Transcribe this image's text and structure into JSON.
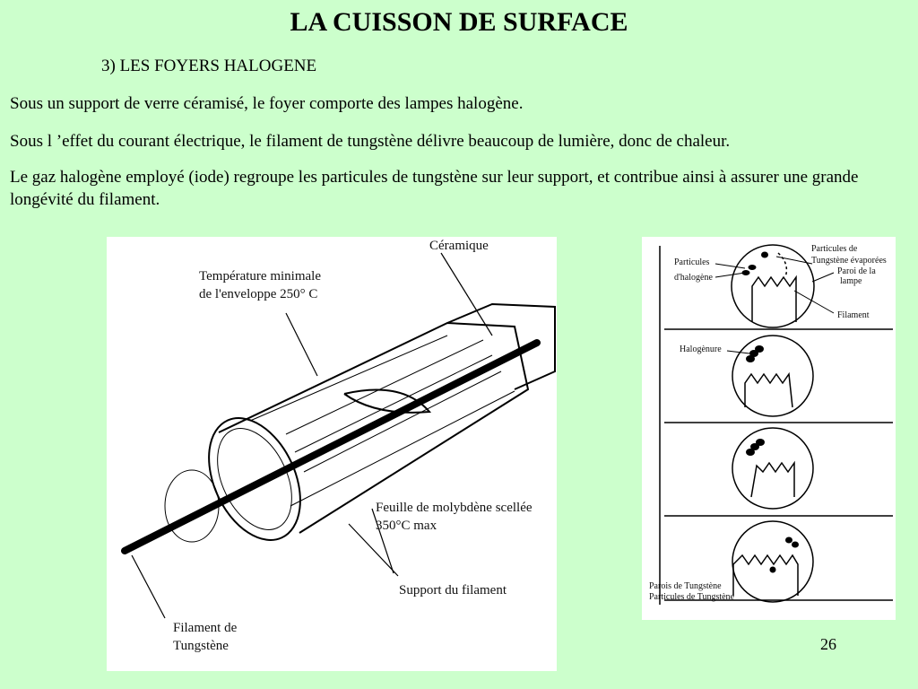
{
  "slide": {
    "title": "LA CUISSON DE SURFACE",
    "subtitle": "3) LES FOYERS HALOGENE",
    "paragraphs": [
      "Sous un support de verre céramisé, le foyer comporte des lampes halogène.",
      "Sous l ’effet du courant électrique, le filament de tungstène délivre beaucoup de lumière, donc de chaleur.",
      "Le gaz halogène employé (iode) regroupe les particules de tungstène sur leur support, et contribue ainsi à assurer une grande longévité du filament."
    ],
    "page_number": "26"
  },
  "lamp_diagram": {
    "ceramique": "Céramique",
    "temperature": [
      "Température minimale",
      "de l'enveloppe 250° C"
    ],
    "feuille": [
      "Feuille de molybdène scellée",
      "350°C max"
    ],
    "support": "Support du filament",
    "filament": [
      "Filament de",
      "Tungstène"
    ]
  },
  "cycle_diagram": {
    "particules_halogene": [
      "Particules",
      "d'halogène"
    ],
    "particules_tungstene": [
      "Particules de",
      "Tungstène évaporées"
    ],
    "paroi": [
      "Paroi de la",
      "lampe"
    ],
    "filament": "Filament",
    "halogenure": "Halogènure",
    "parois_tungstene": "Parois de Tungstène",
    "particules_de_tungstene": "Particules de Tungstène"
  }
}
